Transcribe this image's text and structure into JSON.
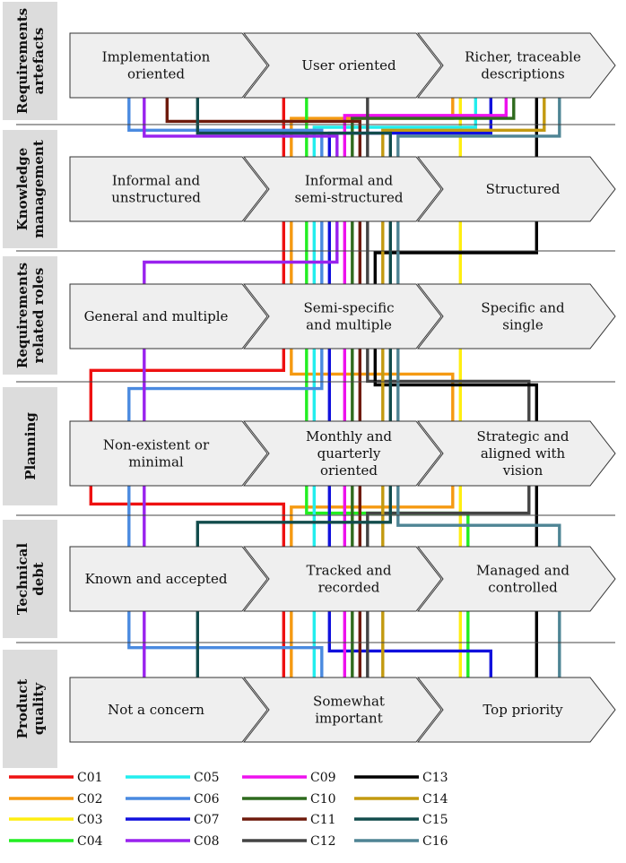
{
  "rows": [
    {
      "label": [
        "Requirements",
        "artefacts"
      ],
      "stages": [
        [
          "Implementation",
          "oriented"
        ],
        [
          "User oriented"
        ],
        [
          "Richer, traceable",
          "descriptions"
        ]
      ]
    },
    {
      "label": [
        "Knowledge",
        "management"
      ],
      "stages": [
        [
          "Informal and",
          "unstructured"
        ],
        [
          "Informal and",
          "semi-structured"
        ],
        [
          "Structured"
        ]
      ]
    },
    {
      "label": [
        "Requirements",
        "related roles"
      ],
      "stages": [
        [
          "General and multiple"
        ],
        [
          "Semi-specific",
          "and multiple"
        ],
        [
          "Specific and",
          "single"
        ]
      ]
    },
    {
      "label": [
        "Planning"
      ],
      "stages": [
        [
          "Non-existent or",
          "minimal"
        ],
        [
          "Monthly and",
          "quarterly",
          "oriented"
        ],
        [
          "Strategic and",
          "aligned with",
          "vision"
        ]
      ]
    },
    {
      "label": [
        "Technical",
        "debt"
      ],
      "stages": [
        [
          "Known and accepted"
        ],
        [
          "Tracked and",
          "recorded"
        ],
        [
          "Managed and",
          "controlled"
        ]
      ]
    },
    {
      "label": [
        "Product",
        "quality"
      ],
      "stages": [
        [
          "Not a concern"
        ],
        [
          "Somewhat",
          "important"
        ],
        [
          "Top priority"
        ]
      ]
    }
  ],
  "legend": [
    {
      "id": "C01",
      "color": "#ee1111"
    },
    {
      "id": "C02",
      "color": "#f59a12"
    },
    {
      "id": "C03",
      "color": "#ffee11"
    },
    {
      "id": "C04",
      "color": "#22ee22"
    },
    {
      "id": "C05",
      "color": "#22eeee"
    },
    {
      "id": "C06",
      "color": "#4a8ae0"
    },
    {
      "id": "C07",
      "color": "#1111dd"
    },
    {
      "id": "C08",
      "color": "#9922ee"
    },
    {
      "id": "C09",
      "color": "#ee11ee"
    },
    {
      "id": "C10",
      "color": "#2f6b1e"
    },
    {
      "id": "C11",
      "color": "#6e1a0c"
    },
    {
      "id": "C12",
      "color": "#444444"
    },
    {
      "id": "C13",
      "color": "#000000"
    },
    {
      "id": "C14",
      "color": "#c39a10"
    },
    {
      "id": "C15",
      "color": "#124c4c"
    },
    {
      "id": "C16",
      "color": "#4e8494"
    }
  ],
  "company_paths": {
    "C01": [
      1,
      1,
      1,
      0,
      1,
      1
    ],
    "C02": [
      2,
      1,
      1,
      2,
      1,
      1
    ],
    "C03": [
      2,
      2,
      2,
      2,
      2,
      2
    ],
    "C04": [
      1,
      1,
      1,
      1,
      2,
      2
    ],
    "C05": [
      2,
      1,
      1,
      1,
      1,
      1
    ],
    "C06": [
      0,
      1,
      1,
      0,
      0,
      1
    ],
    "C07": [
      2,
      1,
      1,
      1,
      1,
      2
    ],
    "C08": [
      0,
      1,
      0,
      0,
      0,
      0
    ],
    "C09": [
      2,
      1,
      1,
      1,
      1,
      1
    ],
    "C10": [
      2,
      1,
      1,
      1,
      1,
      1
    ],
    "C11": [
      0,
      1,
      1,
      1,
      1,
      1
    ],
    "C12": [
      1,
      1,
      1,
      2,
      1,
      1
    ],
    "C13": [
      2,
      2,
      1,
      2,
      2,
      2
    ],
    "C14": [
      2,
      1,
      1,
      1,
      1,
      1
    ],
    "C15": [
      0,
      1,
      1,
      1,
      0,
      0
    ],
    "C16": [
      2,
      1,
      1,
      1,
      2,
      2
    ]
  }
}
